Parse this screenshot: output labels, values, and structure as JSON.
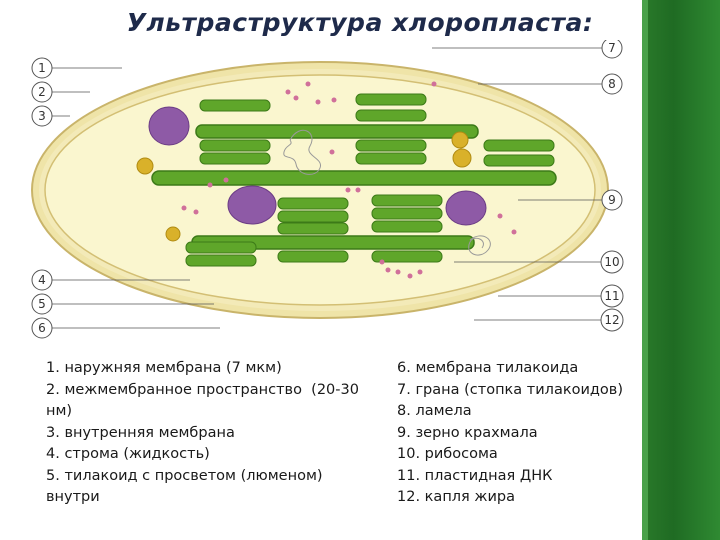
{
  "title": "Ультраструктура хлоропласта:",
  "callouts": [
    "1",
    "2",
    "3",
    "4",
    "5",
    "6",
    "7",
    "8",
    "9",
    "10",
    "11",
    "12"
  ],
  "legend_left": [
    "1. наружняя мембрана (7 мкм)",
    "2. межмембранное пространство  (20-30 нм)",
    "3. внутренняя мембрана",
    "4. строма (жидкость)",
    "5. тилакоид с просветом (люменом) внутри"
  ],
  "legend_right": [
    "6. мембрана тилакоида",
    "7. грана (стопка тилакоидов)",
    "8. ламела",
    "9. зерно крахмала",
    "10. рибосома",
    "11. пластидная ДНК",
    "12. капля жира"
  ],
  "colors": {
    "stroma": "#f7f2b8",
    "membrane": "#e6d79a",
    "thylakoid": "#5fa62a",
    "thylakoid_dark": "#3c7a18",
    "starch": "#8e5aa6",
    "lipid": "#d9b12a",
    "ribosome": "#d0709a",
    "accent_stripe": "#2a7a2a"
  }
}
